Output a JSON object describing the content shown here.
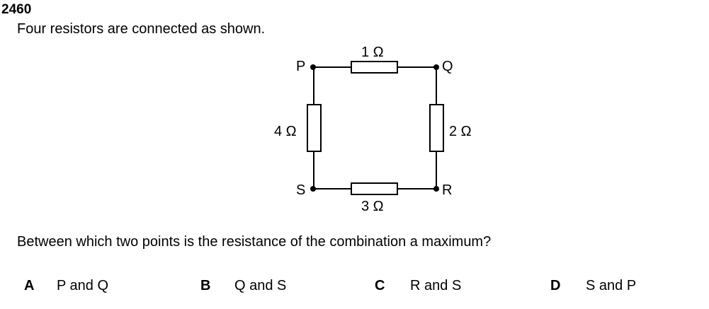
{
  "question_number": "2460",
  "intro": "Four resistors are connected as shown.",
  "circuit": {
    "points": {
      "P": "P",
      "Q": "Q",
      "R": "R",
      "S": "S"
    },
    "resistors": {
      "PQ": "1 Ω",
      "QR": "2 Ω",
      "RS": "3 Ω",
      "SP": "4 Ω"
    }
  },
  "question": "Between which two points is the resistance of the combination a maximum?",
  "options": [
    {
      "letter": "A",
      "text": "P and Q"
    },
    {
      "letter": "B",
      "text": "Q and S"
    },
    {
      "letter": "C",
      "text": "R and S"
    },
    {
      "letter": "D",
      "text": "S and P"
    }
  ]
}
